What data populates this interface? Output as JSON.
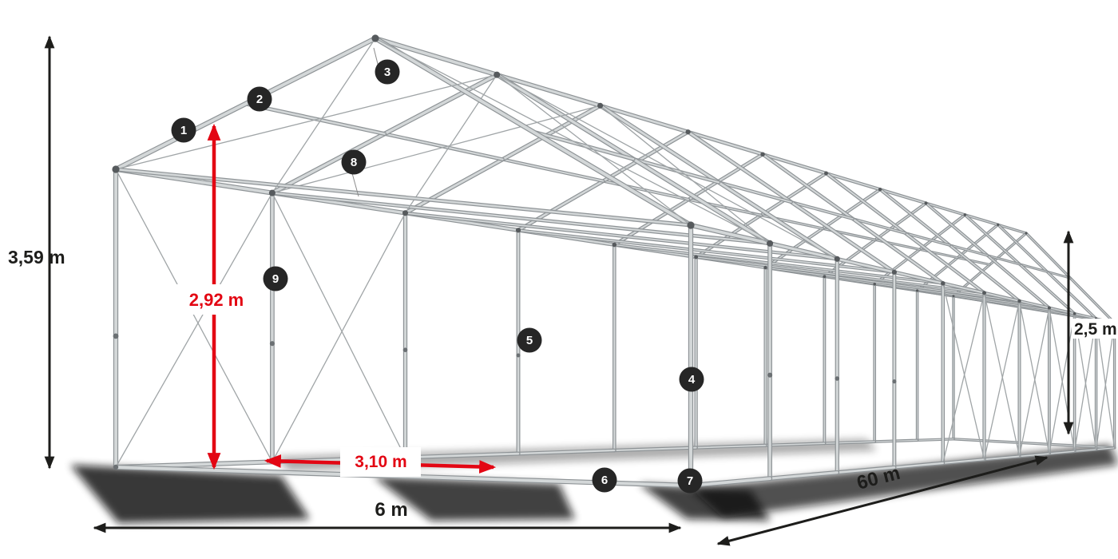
{
  "dimensions": {
    "total_height": "3,59 m",
    "interior_height": "2,92 m",
    "side_height": "2,5 m",
    "passage_width": "3,10 m",
    "width": "6 m",
    "length": "60 m"
  },
  "badges": [
    "1",
    "2",
    "3",
    "4",
    "5",
    "6",
    "7",
    "8",
    "9"
  ],
  "colors": {
    "dimension_red": "#e30613",
    "dimension_ink": "#1d1d1b",
    "badge_background": "#262626",
    "frame_light": "#d3d7d8",
    "frame_dark": "#8f9497"
  }
}
